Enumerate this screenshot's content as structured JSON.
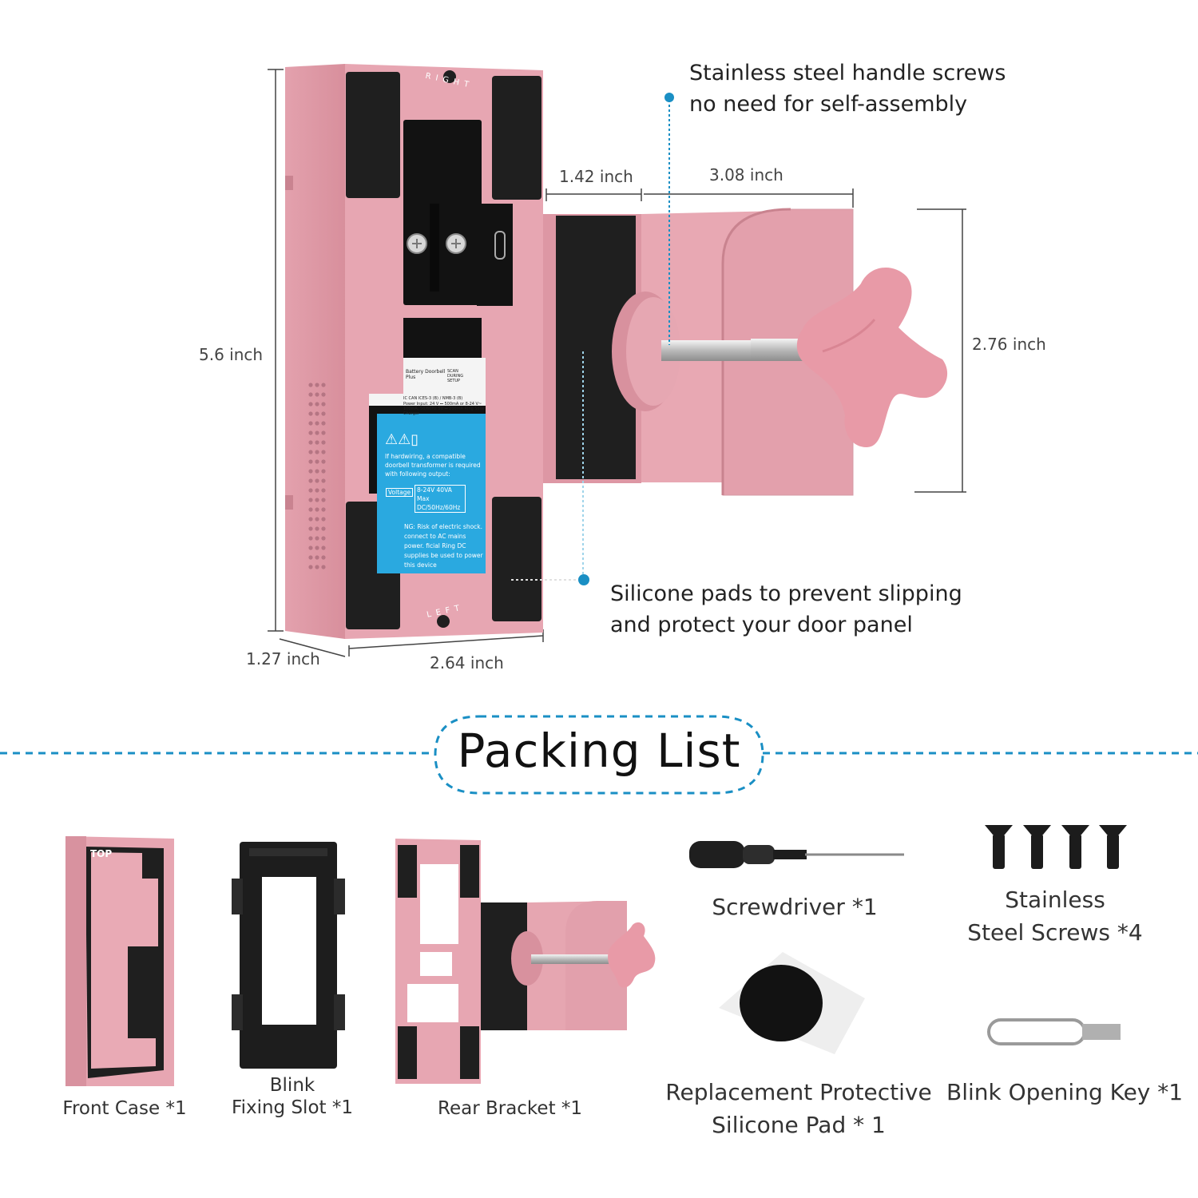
{
  "dimensions": {
    "height": "5.6 inch",
    "depth": "1.27 inch",
    "width": "2.64 inch",
    "arm_offset": "1.42 inch",
    "arm_length": "3.08 inch",
    "clamp_height": "2.76 inch"
  },
  "callouts": {
    "screws": {
      "line1": "Stainless steel handle screws",
      "line2": "no need for self-assembly"
    },
    "pads": {
      "line1": "Silicone pads to prevent slipping",
      "line2": "and protect your door panel"
    }
  },
  "engraving": {
    "top": "RIGHT",
    "bottom": "LEFT"
  },
  "label_sticker": {
    "product": "Battery Doorbell Plus",
    "scan": "SCAN DURING SETUP",
    "cert": "IC CAN ICES-3 (B) / NMB-3 (B)",
    "power": "Power Input: 24 V ⎓ 500mA or 8-24 V~ 100mA, 50/60Hz   5V ⎓ 200mA Ring Solar Charger",
    "hardwire": "If hardwiring, a compatible doorbell transformer is required with following output:",
    "voltage_label": "Voltage",
    "voltage_spec": "8-24V 40VA Max DC/50Hz/60Hz",
    "warning": "NG: Risk of electric shock. connect to AC mains power. ficial Ring DC supplies be used to power this device"
  },
  "packing": {
    "title": "Packing List",
    "items": {
      "front_case": "Front Case *1",
      "front_case_mark": "TOP",
      "fixing_slot_line1": "Blink",
      "fixing_slot_line2": "Fixing Slot *1",
      "rear_bracket": "Rear Bracket *1",
      "screwdriver": "Screwdriver *1",
      "screws_line1": "Stainless",
      "screws_line2": "Steel Screws *4",
      "pad_line1": "Replacement Protective",
      "pad_line2": "Silicone Pad * 1",
      "key": "Blink Opening Key *1"
    }
  },
  "colors": {
    "pink": "#e8a9b4",
    "pink_dark": "#d68f9d",
    "pad_black": "#1f1f1f",
    "accent_blue": "#1a8fc4",
    "sticker_blue": "#2aa9e0"
  }
}
